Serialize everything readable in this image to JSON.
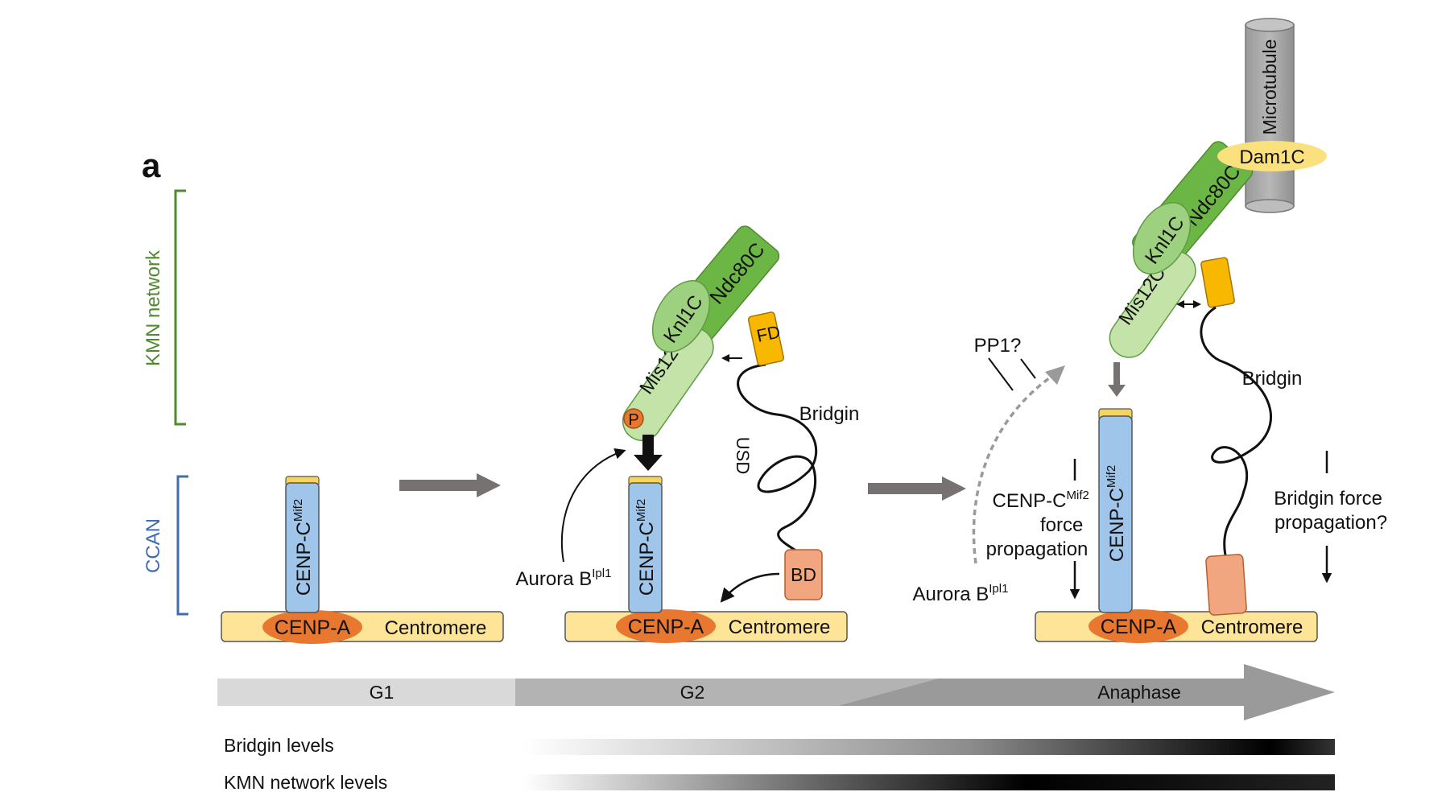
{
  "panel_label": "a",
  "brackets": {
    "kmn": "KMN network",
    "ccan": "CCAN"
  },
  "colors": {
    "kmn_green": "#4f8a2e",
    "ccan_blue": "#3f6db3",
    "centromere_fill": "#fde496",
    "cenpa_fill": "#e87830",
    "cenpc_fill": "#9fc5ea",
    "mis12_fill": "#c3e3a9",
    "knl1_fill": "#9ed17f",
    "ndc80_fill": "#6cb645",
    "fd_fill": "#f9b800",
    "bd_fill": "#f2a680",
    "dam1_fill": "#fbe07e",
    "microtubule_fill": "#a7a7a7",
    "arrow_gray": "#777272"
  },
  "labels": {
    "centromere": "Centromere",
    "cenpa": "CENP-A",
    "cenpc": "CENP-C",
    "cenpc_sup": "Mif2",
    "mis12c": "Mis12C",
    "knl1c": "Knl1C",
    "ndc80c": "Ndc80C",
    "fd": "FD",
    "bd": "BD",
    "usd": "USD",
    "bridgin": "Bridgin",
    "phospho": "P",
    "aurora": "Aurora B",
    "aurora_sup": "Ipl1",
    "pp1": "PP1?",
    "microtubule": "Microtubule",
    "dam1c": "Dam1C",
    "cenpc_force_line1": "CENP-C",
    "cenpc_force_sup": "Mif2",
    "cenpc_force_line2": "force",
    "cenpc_force_line3": "propagation",
    "bridgin_force_line1": "Bridgin force",
    "bridgin_force_line2": "propagation?"
  },
  "phases": [
    "G1",
    "G2",
    "Anaphase"
  ],
  "levels": {
    "bridgin": "Bridgin levels",
    "kmn": "KMN network levels"
  }
}
